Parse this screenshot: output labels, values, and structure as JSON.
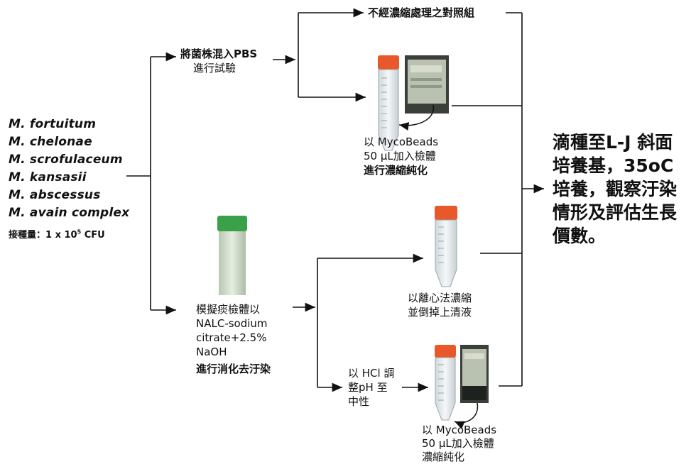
{
  "species": [
    "M. fortuitum",
    "M. chelonae",
    "M. scrofulaceum",
    "M. kansasii",
    "M. abscessus",
    "M. avain complex"
  ],
  "inoculum": {
    "prefix": "接種量：1 x 10",
    "exponent": "5",
    "suffix": "CFU"
  },
  "top_branch": {
    "line1": "將菌株混入PBS",
    "line2": "進行試驗"
  },
  "control_label": "不經濃縮處理之對照組",
  "mycobeads_1": {
    "line1": "以 MycoBeads",
    "line2": "50 μL加入檢體",
    "line3": "進行濃縮純化"
  },
  "bottom_branch": {
    "line1": "模擬痰檢體以",
    "line2": "NALC-sodium",
    "line3": "citrate+2.5%",
    "line4": "NaOH",
    "line5": "進行消化去汙染"
  },
  "centrifuge": {
    "line1": "以離心法濃縮",
    "line2": "並倒掉上清液"
  },
  "hcl": {
    "line1": "以 HCl 調",
    "line2": "整pH 至",
    "line3": "中性"
  },
  "mycobeads_2": {
    "line1": "以 MycoBeads",
    "line2": "50 μL加入檢體",
    "line3": "濃縮純化"
  },
  "result": {
    "line1": "滴種至L-J 斜面",
    "line2": "培養基，35oC",
    "line3": "培養，觀察汙染",
    "line4": "情形及評估生長",
    "line5": "價數。"
  },
  "colors": {
    "tube_cap": "#e8582a",
    "tube_body": "#e9eef0",
    "green_cap": "#3aa04a",
    "bottle": "#2a2a2a",
    "line": "#111111"
  }
}
